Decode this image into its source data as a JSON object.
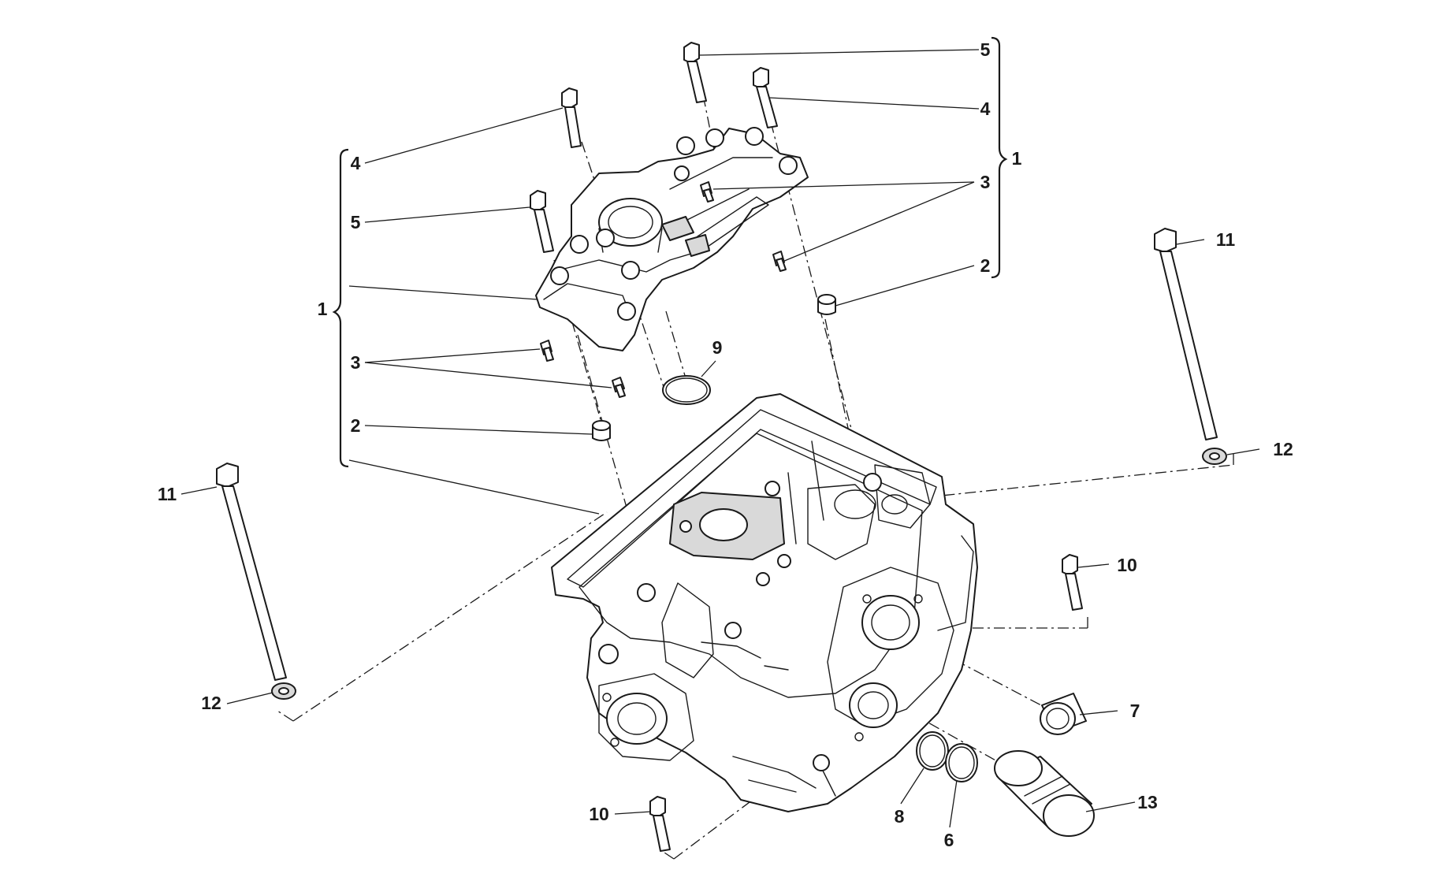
{
  "callouts": {
    "c1_left": "1",
    "c1_right": "1",
    "c2_left": "2",
    "c2_right": "2",
    "c3_left": "3",
    "c3_right": "3",
    "c4_left": "4",
    "c4_right": "4",
    "c5_left": "5",
    "c5_right": "5",
    "c6": "6",
    "c7": "7",
    "c8": "8",
    "c9": "9",
    "c10_bottom": "10",
    "c10_right": "10",
    "c11_left": "11",
    "c11_right": "11",
    "c12_left": "12",
    "c12_right": "12",
    "c13": "13"
  }
}
